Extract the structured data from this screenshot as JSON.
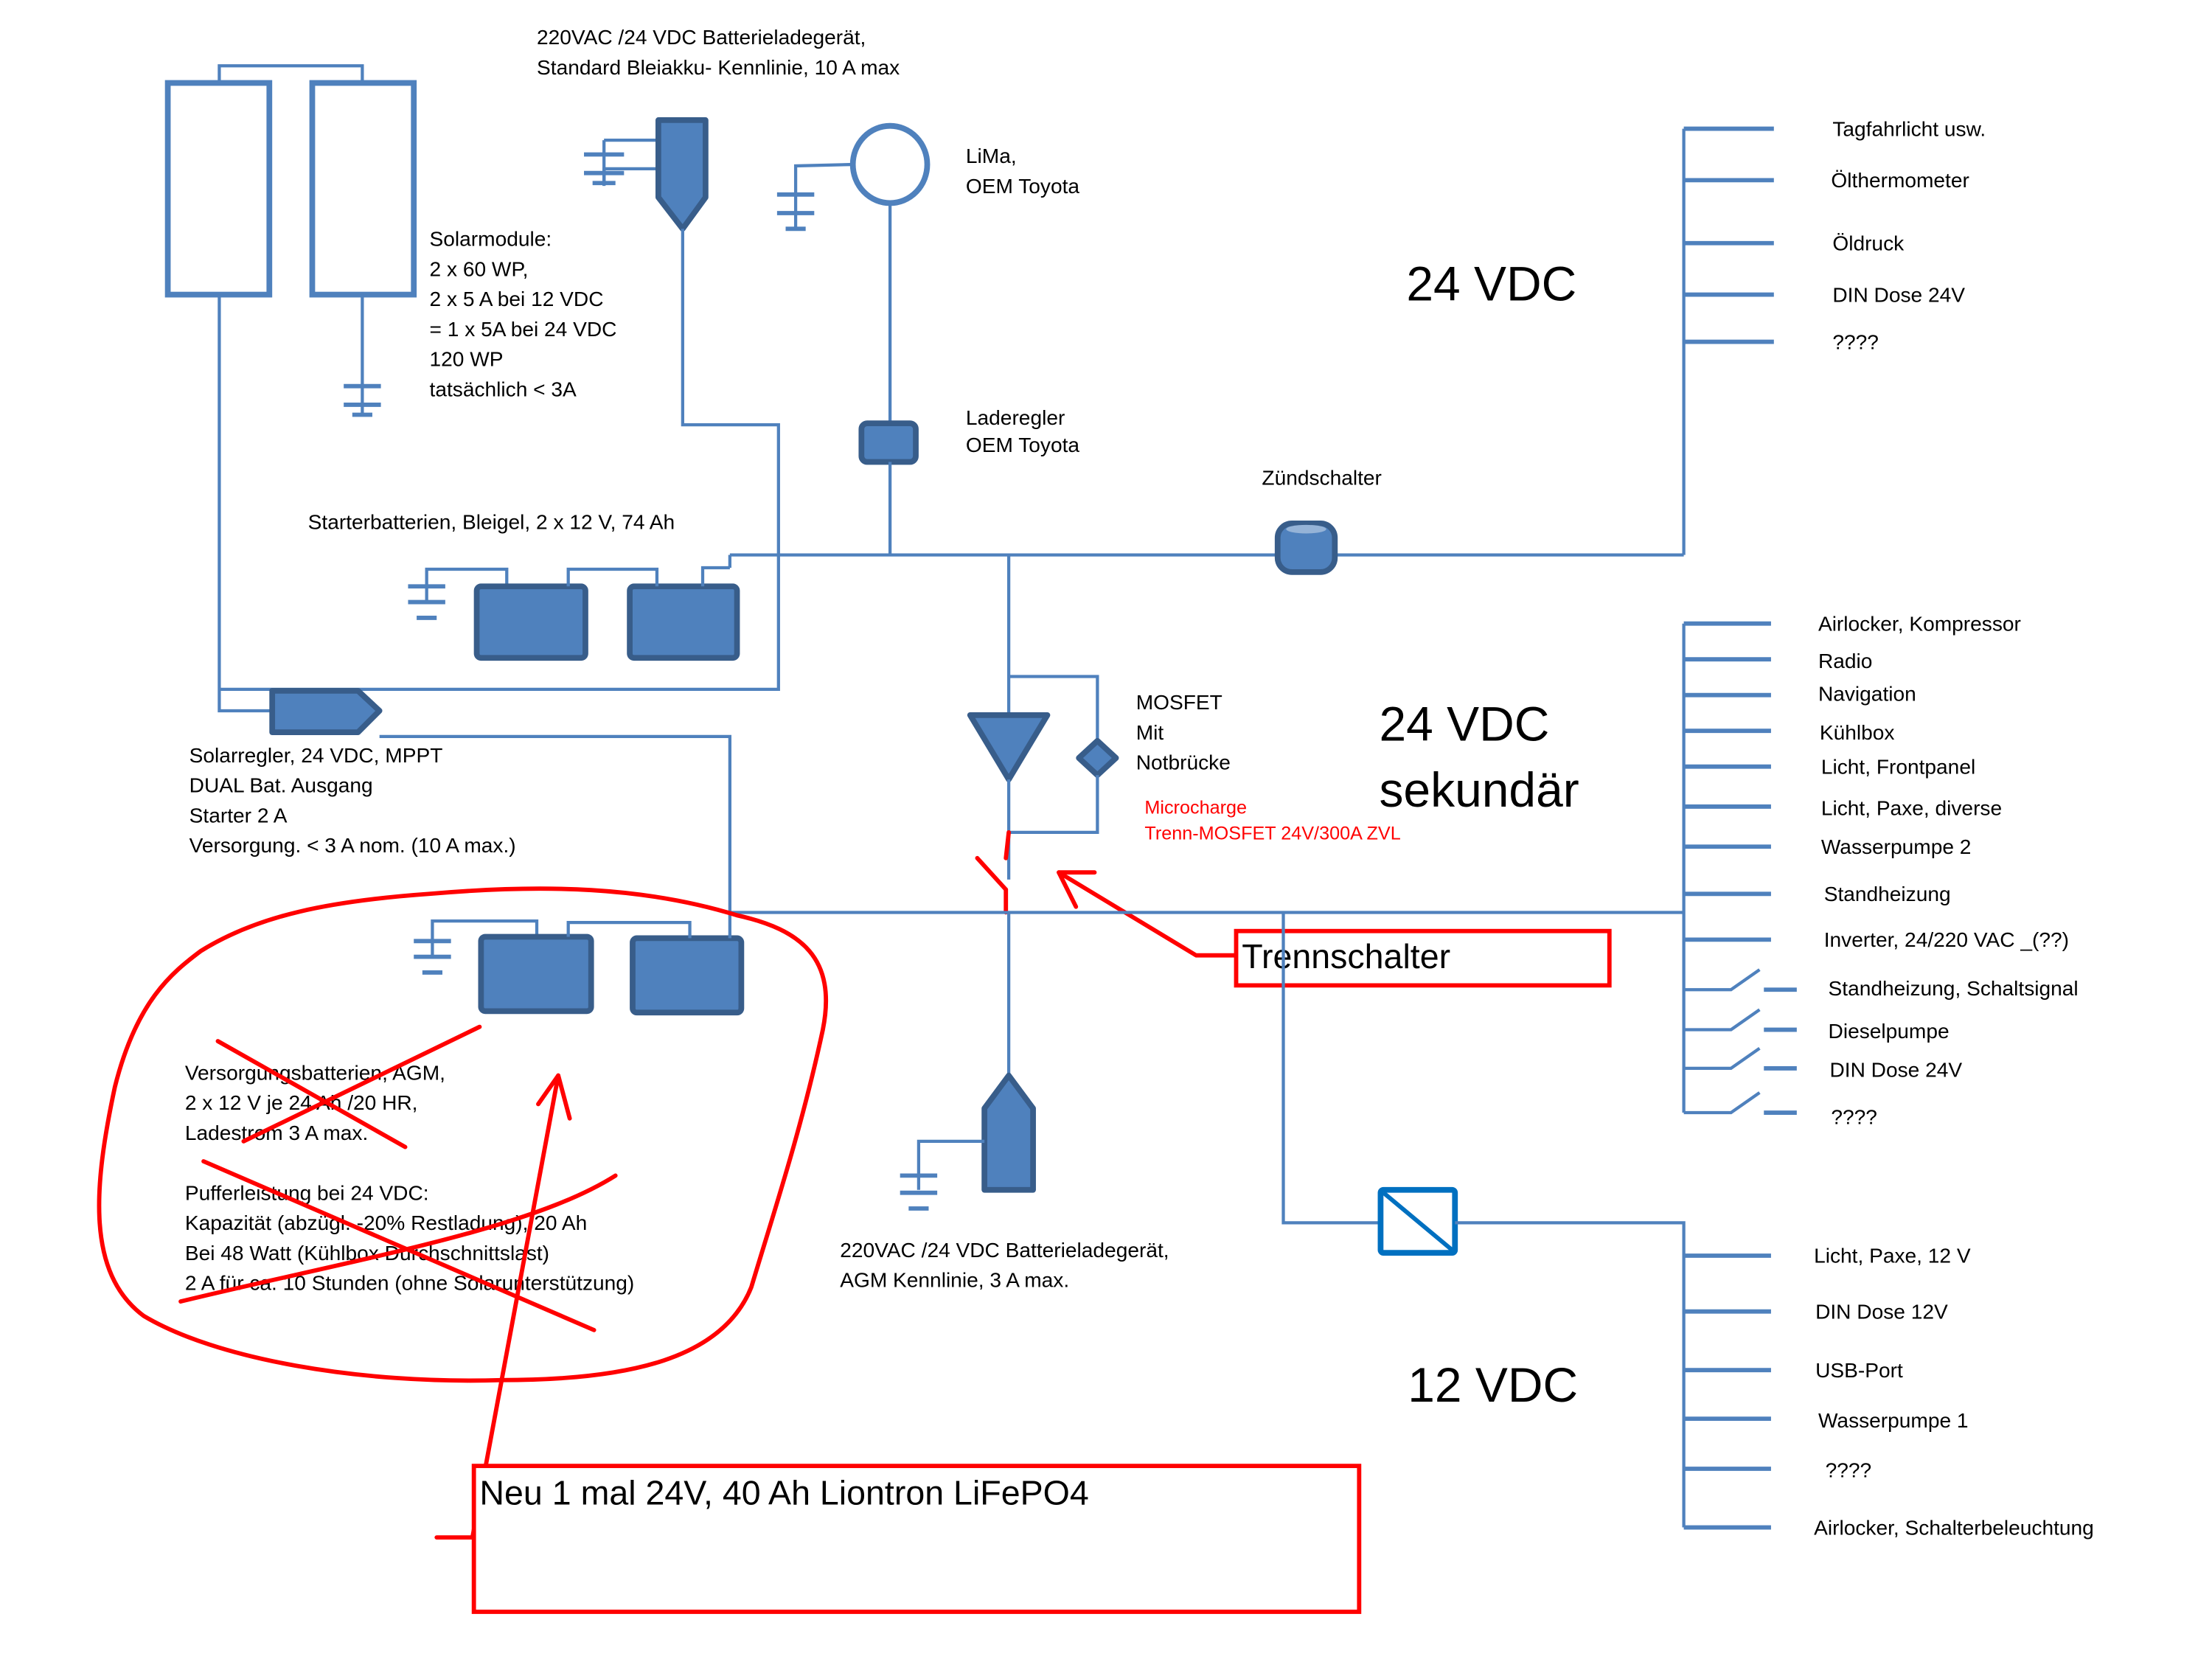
{
  "charger_top": {
    "line1": "220VAC /24 VDC Batterieladegerät,",
    "line2": "Standard Bleiakku- Kennlinie, 10 A max"
  },
  "solar_modules": {
    "lines": [
      "Solarmodule:",
      "2 x 60 WP,",
      "2 x 5 A bei 12 VDC",
      "= 1 x 5A bei 24 VDC",
      "120 WP",
      "tatsächlich < 3A"
    ]
  },
  "alternator": {
    "line1": "LiMa,",
    "line2": "OEM Toyota"
  },
  "regulator": {
    "line1": "Laderegler",
    "line2": "OEM Toyota"
  },
  "ignition": {
    "label": "Zündschalter"
  },
  "starter_batteries": {
    "label": "Starterbatterien, Bleigel, 2 x 12 V, 74 Ah"
  },
  "solar_controller": {
    "lines": [
      "Solarregler, 24 VDC, MPPT",
      "DUAL Bat. Ausgang",
      "Starter 2 A",
      "Versorgung. < 3 A nom. (10 A max.)"
    ]
  },
  "mosfet": {
    "lines": [
      "MOSFET",
      "Mit",
      "Notbrücke"
    ]
  },
  "mosfet_note": {
    "line1": "Microcharge",
    "line2": "Trenn-MOSFET 24V/300A ZVL"
  },
  "trennschalter": {
    "label": "Trennschalter"
  },
  "supply_batteries": {
    "lines": [
      "Versorgungsbatterien, AGM,",
      "2 x 12 V je 24 Ah /20 HR,",
      "Ladestrom 3 A max."
    ],
    "buffer_lines": [
      "Pufferleistung bei 24 VDC:",
      "Kapazität (abzügl. -20% Restladung), 20 Ah",
      "Bei 48 Watt (Kühlbox Durchschnittslast)",
      "2 A für ca.  10 Stunden (ohne Solarunterstützung)"
    ]
  },
  "charger_bottom": {
    "line1": "220VAC /24 VDC Batterieladegerät,",
    "line2": "AGM Kennlinie, 3 A max."
  },
  "new_battery": {
    "label": "Neu 1 mal 24V, 40 Ah Liontron  LiFePO4"
  },
  "bus_24": {
    "title": "24 VDC",
    "loads": [
      "Tagfahrlicht usw.",
      "Ölthermometer",
      "Öldruck",
      "DIN Dose 24V",
      "????"
    ]
  },
  "bus_24_secondary": {
    "title_line1": "24 VDC",
    "title_line2": "sekundär",
    "loads": [
      "Airlocker, Kompressor",
      "Radio",
      "Navigation",
      "Kühlbox",
      "Licht, Frontpanel",
      "Licht, Paxe, diverse",
      "Wasserpumpe  2",
      "Standheizung",
      "Inverter, 24/220 VAC _(??)"
    ],
    "switched_loads": [
      "Standheizung, Schaltsignal",
      "Dieselpumpe",
      "DIN Dose 24V",
      "????"
    ]
  },
  "bus_12": {
    "title": "12 VDC",
    "loads": [
      "Licht, Paxe, 12 V",
      "DIN Dose 12V",
      "USB-Port",
      "Wasserpumpe 1",
      "????",
      "Airlocker, Schalterbeleuchtung"
    ]
  },
  "colors": {
    "wire": "#4f81bd",
    "component_border": "#385d8a",
    "annotation": "#ff0000"
  }
}
